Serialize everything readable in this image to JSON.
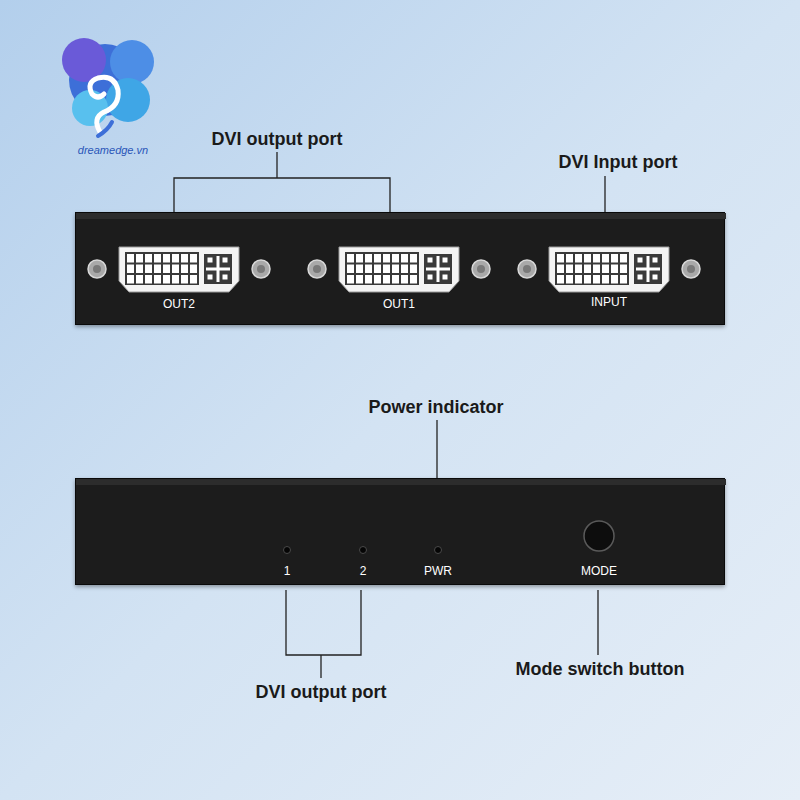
{
  "diagram": {
    "nodes": [
      {
        "text": [
          "OUT2",
          "OUT1",
          "INPUT"
        ]
      },
      {
        "text": [
          "1",
          "2",
          "PWR",
          "MODE"
        ]
      }
    ],
    "labels": [
      "DVI output port",
      "DVI Input port",
      "Power indicator",
      "DVI output port",
      "Mode switch button",
      "dreamedge.vn"
    ]
  }
}
